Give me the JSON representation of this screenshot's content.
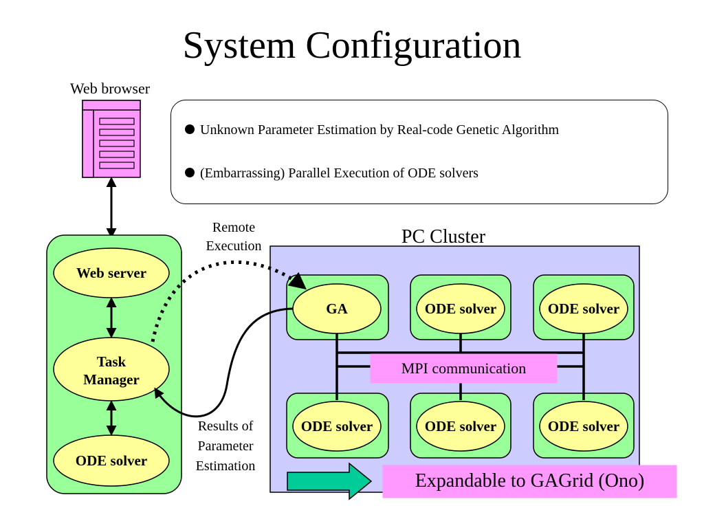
{
  "title": "System Configuration",
  "web_browser_label": "Web browser",
  "bullets": [
    "Unknown Parameter Estimation by  Real-code Genetic Algorithm",
    "(Embarrassing) Parallel Execution of ODE solvers"
  ],
  "remote_execution_label": [
    "Remote",
    "Execution"
  ],
  "results_label": [
    "Results of",
    "Parameter",
    "Estimation"
  ],
  "pc_cluster_label": "PC Cluster",
  "left_nodes": {
    "web_server": "Web server",
    "task_manager": [
      "Task",
      "Manager"
    ],
    "ode_solver": "ODE solver"
  },
  "cluster_nodes": {
    "ga": "GA",
    "top_solver_1": "ODE solver",
    "top_solver_2": "ODE solver",
    "bottom_solver_1": "ODE solver",
    "bottom_solver_2": "ODE solver",
    "bottom_solver_3": "ODE solver"
  },
  "mpi_label": "MPI communication",
  "expandable_label": "Expandable to GAGrid (Ono)",
  "colors": {
    "green_panel": "#99ff99",
    "cluster_panel": "#ccccff",
    "ellipse_fill": "#ffff99",
    "pink": "#ff99ff",
    "teal_arrow": "#00cc99"
  }
}
